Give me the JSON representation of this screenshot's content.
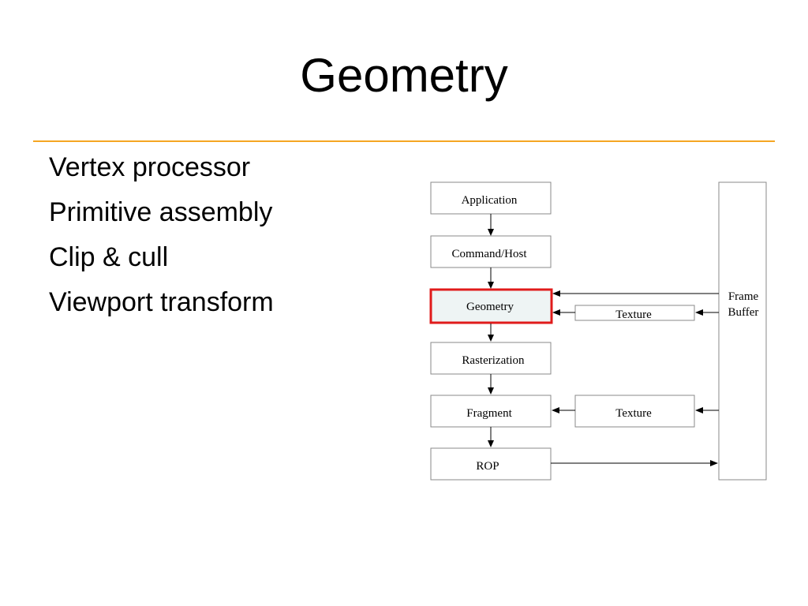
{
  "slide": {
    "title": "Geometry",
    "bullets": [
      "Vertex processor",
      "Primitive assembly",
      "Clip & cull",
      "Viewport transform"
    ]
  },
  "diagram": {
    "pipeline": [
      "Application",
      "Command/Host",
      "Geometry",
      "Rasterization",
      "Fragment",
      "ROP"
    ],
    "highlighted_stage": "Geometry",
    "texture_top": "Texture",
    "texture_bottom": "Texture",
    "frame_buffer": [
      "Frame",
      "Buffer"
    ],
    "colors": {
      "rule": "#f5a623",
      "highlight": "#e01b1b"
    }
  }
}
